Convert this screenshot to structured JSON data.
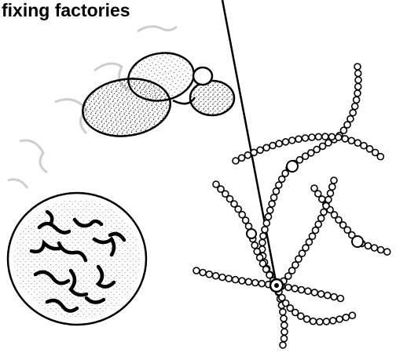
{
  "caption": {
    "text": "fixing factories"
  },
  "colors": {
    "ink": "#000000",
    "background": "#ffffff",
    "watermark": "#c9c9c9"
  },
  "parts": {
    "nodules": "root-nodules",
    "bacteria_cell": "bacteria-cell",
    "filaments": "cyanobacteria-filaments",
    "heterocyst": "heterocyst-cell",
    "pointer": "pointer-line"
  }
}
